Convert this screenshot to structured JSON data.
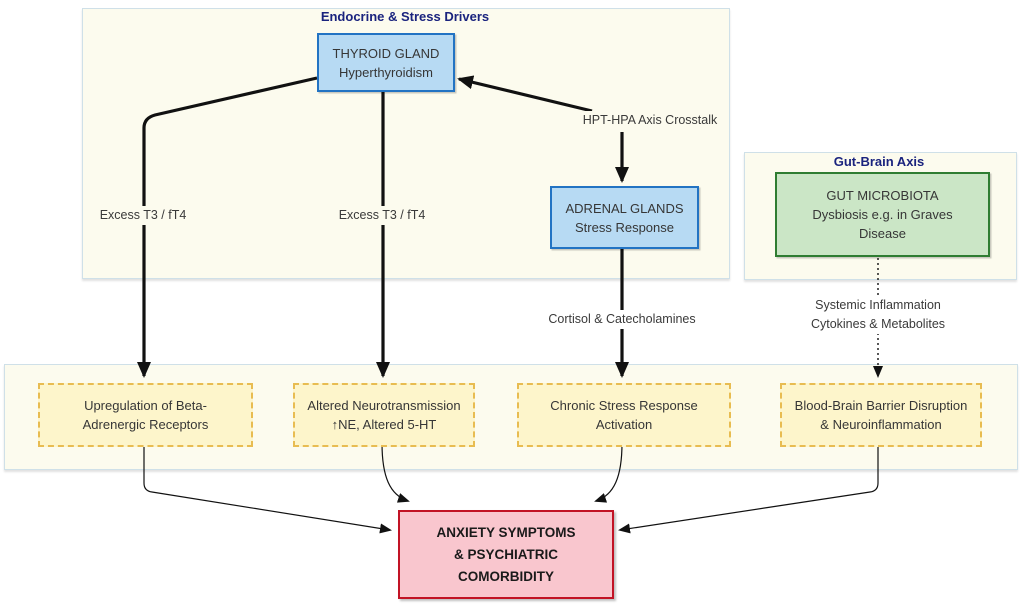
{
  "diagram": {
    "containers": {
      "endocrine": {
        "title": "Endocrine & Stress Drivers"
      },
      "gut_brain": {
        "title": "Gut-Brain Axis"
      }
    },
    "nodes": {
      "thyroid": {
        "line1": "THYROID GLAND",
        "line2": "Hyperthyroidism"
      },
      "adrenal": {
        "line1": "ADRENAL GLANDS",
        "line2": "Stress Response"
      },
      "gut": {
        "line1": "GUT MICROBIOTA",
        "line2": "Dysbiosis e.g. in Graves",
        "line3": "Disease"
      },
      "beta": {
        "line1": "Upregulation of Beta-",
        "line2": "Adrenergic Receptors"
      },
      "neurotx": {
        "line1": "Altered Neurotransmission",
        "line2": "↑NE, Altered 5-HT"
      },
      "stress": {
        "line1": "Chronic Stress Response",
        "line2": "Activation"
      },
      "bbb": {
        "line1": "Blood-Brain Barrier Disruption",
        "line2": "& Neuroinflammation"
      },
      "anxiety": {
        "line1": "ANXIETY SYMPTOMS",
        "line2": "& PSYCHIATRIC",
        "line3": "COMORBIDITY"
      }
    },
    "edge_labels": {
      "excess_left": "Excess T3 / fT4",
      "excess_right": "Excess T3 / fT4",
      "crosstalk": "HPT-HPA Axis Crosstalk",
      "cortisol": "Cortisol & Catecholamines",
      "systemic_line1": "Systemic Inflammation",
      "systemic_line2": "Cytokines & Metabolites"
    },
    "colors": {
      "container_bg": "#fcfbee",
      "container_border": "#cfe0e8",
      "blue_bg": "#b7daf3",
      "blue_border": "#2273c3",
      "green_bg": "#cbe6c6",
      "green_border": "#2f7d32",
      "yellow_bg": "#fdf5cb",
      "yellow_border": "#e8bc51",
      "red_bg": "#f9c6ce",
      "red_border": "#c21325",
      "title_color": "#1a237e",
      "text_color": "#363636",
      "label_color": "#3a3a3a",
      "line_color": "#111111"
    }
  }
}
